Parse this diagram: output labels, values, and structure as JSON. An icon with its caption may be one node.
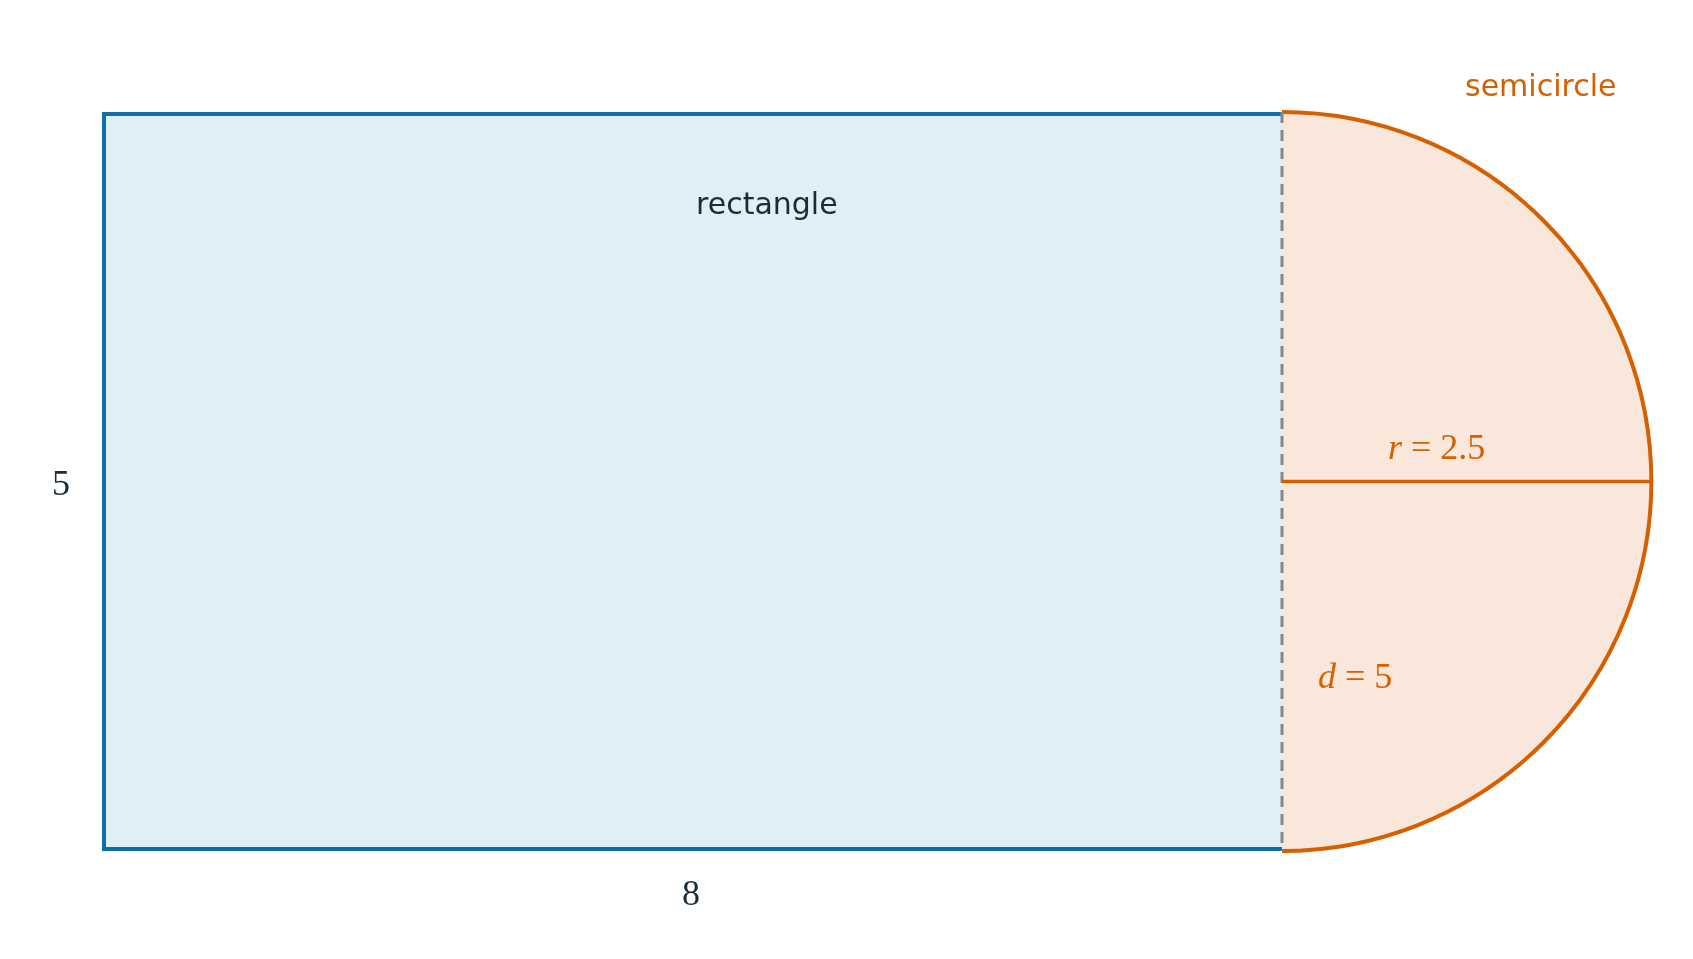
{
  "diagram": {
    "nodes": [
      {
        "text": [
          "rectangle"
        ]
      },
      {
        "text": [
          "semicircle"
        ]
      }
    ],
    "edges": [],
    "labels": [
      "5",
      "8",
      "*r* = 2.5",
      "*d* = 5"
    ]
  }
}
